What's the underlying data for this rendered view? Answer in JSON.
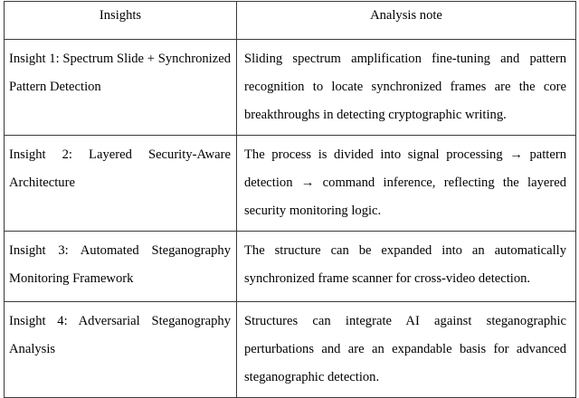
{
  "table": {
    "columns": [
      {
        "key": "insights",
        "header": "Insights"
      },
      {
        "key": "note",
        "header": "Analysis note"
      }
    ],
    "rows": [
      {
        "insight": "Insight 1: Spectrum Slide + Synchronized Pattern Detection",
        "note": "Sliding spectrum amplification fine-tuning and pattern recognition to locate synchronized frames are the core breakthroughs in detecting cryptographic writing."
      },
      {
        "insight": "Insight 2: Layered Security-Aware Architecture",
        "note": "The process is divided into signal processing → pattern detection → command inference, reflecting the layered security monitoring logic."
      },
      {
        "insight": "Insight 3: Automated Steganography Monitoring Framework",
        "note": "The structure can be expanded into an automatically synchronized frame scanner for cross-video detection."
      },
      {
        "insight": "Insight 4: Adversarial Steganography Analysis",
        "note": "Structures can integrate AI against steganographic perturbations and are an expandable basis for advanced steganographic detection."
      }
    ]
  },
  "style": {
    "border_color": "#3a3a3a",
    "text_color": "#000000",
    "background_color": "#ffffff"
  }
}
